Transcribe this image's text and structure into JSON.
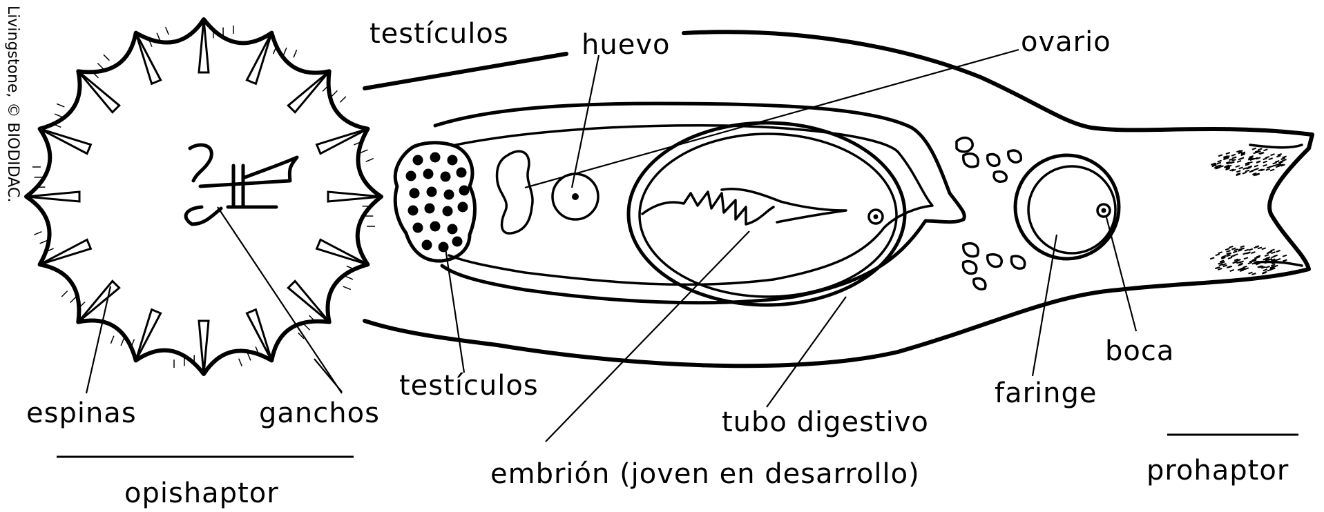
{
  "credit": "Livingstone, © BIODIDAC.",
  "labels": {
    "testiculos_top": "testículos",
    "huevo": "huevo",
    "ovario": "ovario",
    "espinas": "espinas",
    "ganchos": "ganchos",
    "opishaptor": "opishaptor",
    "testiculos_bottom": "testículos",
    "embrion": "embrión (joven en desarrollo)",
    "tubo_digestivo": "tubo digestivo",
    "faringe": "faringe",
    "boca": "boca",
    "prohaptor": "prohaptor"
  }
}
